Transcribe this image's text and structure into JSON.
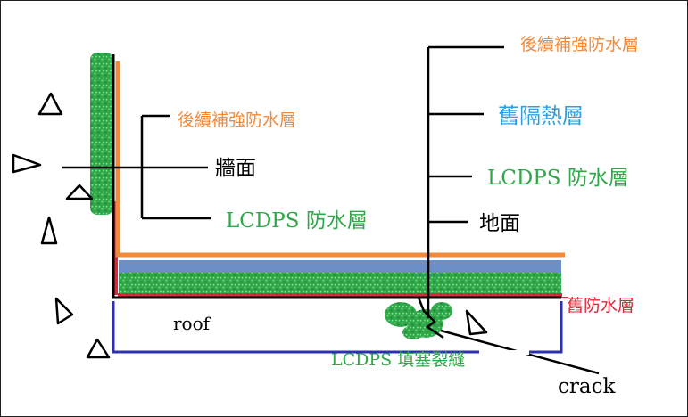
{
  "labels": {
    "right_top_reinforcement": "後續補強防水層",
    "old_insulation": "舊隔熱層",
    "right_lcdps": "LCDPS 防水層",
    "ground_surface": "地面",
    "old_waterproof": "舊防水層",
    "left_reinforcement": "後續補強防水層",
    "wall_surface": "牆面",
    "left_lcdps": "LCDPS 防水層",
    "roof": "roof",
    "crack_fill": "LCDPS 填塞裂縫",
    "crack": "crack"
  },
  "colors": {
    "orange": "#f28a3a",
    "blue": "#2fa0dc",
    "green": "#2fa84a",
    "red": "#e0263a",
    "insulation": "#6b8fc6",
    "roof_outline": "#2b2fb0",
    "black": "#000000"
  },
  "icons": {
    "triangle": "warning-triangle-icon",
    "speckle": "green-speckle-texture"
  }
}
